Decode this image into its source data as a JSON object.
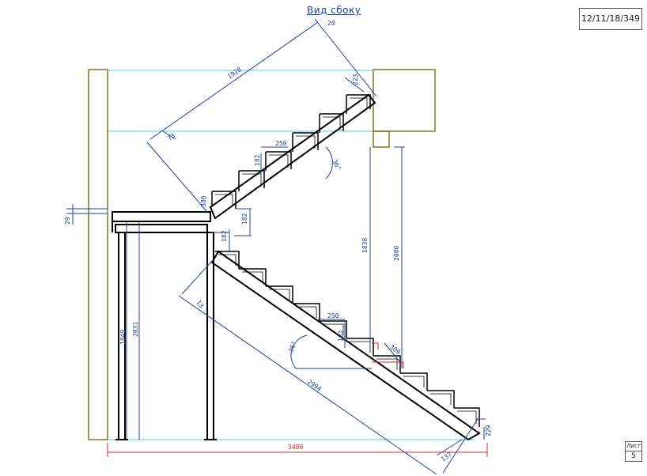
{
  "view_title": "Вид сбоку",
  "drawing_code": "12/11/18/349",
  "sheet": {
    "label": "Лист",
    "number": "5"
  },
  "colors": {
    "structure": "#000000",
    "wall": "#7a7a1a",
    "dimension": "#1f3fa8",
    "guide": "#4fd3d3",
    "overall": "#e02020"
  },
  "dimensions": {
    "d1928": "1928",
    "d223": "223",
    "d20": "20",
    "d73": "73",
    "d250a": "250",
    "d182a": "182",
    "d36a": "36°",
    "d380": "380",
    "d182b": "182",
    "d182c": "182",
    "d29": "29",
    "d1838": "1838",
    "d2000": "2000",
    "d13": "13",
    "d250b": "250",
    "d182d": "182",
    "d309": "309",
    "d36b": "36°",
    "d1849": "1849",
    "d2031": "2031",
    "d2994": "2994",
    "d3480": "3480",
    "d137": "137",
    "d229": "229"
  }
}
